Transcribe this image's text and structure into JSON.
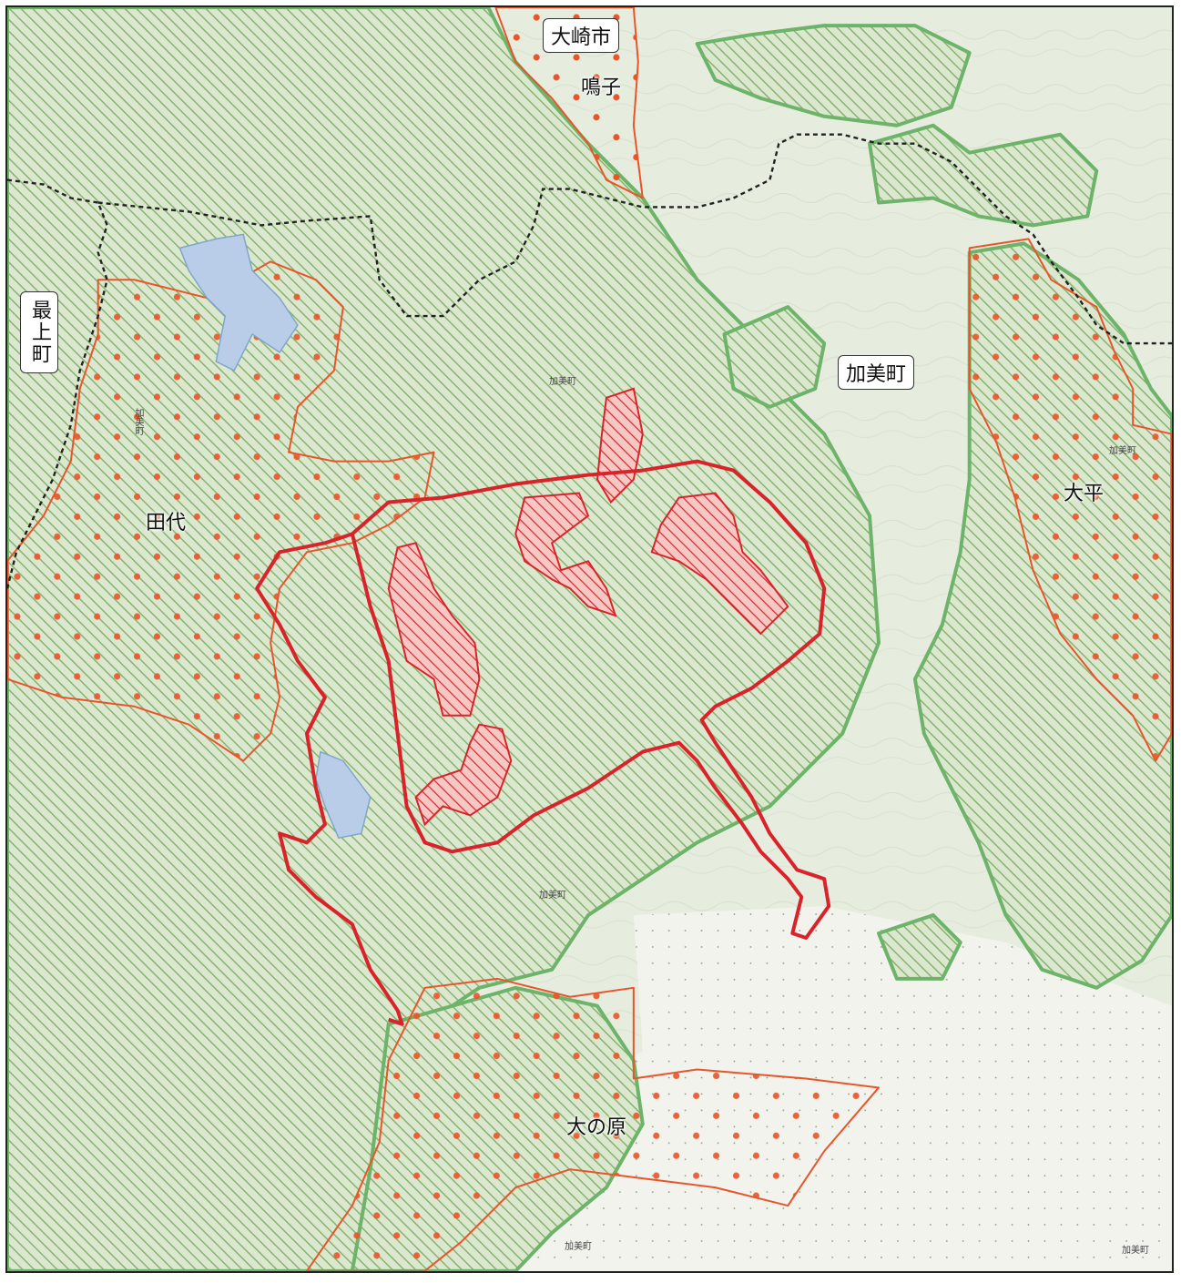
{
  "map": {
    "boxed_labels": {
      "osaki": "大崎市",
      "mogami": "最上町",
      "kami": "加美町"
    },
    "place_labels": {
      "naruko": "鳴子",
      "tashiro": "田代",
      "ohira": "大平",
      "onohara": "大の原"
    },
    "small_labels": {
      "kami_center": "加美町",
      "kami_south": "加美町",
      "kami_bottom": "加美町",
      "kami_bottom_right": "加美町",
      "kami_east": "加美町",
      "kami_vertical": "加美町"
    },
    "colors": {
      "forest_zone_green": "#6db36a",
      "hatch_green": "#7fb069",
      "dot_zone_orange": "#e8552a",
      "project_red": "#d9232a",
      "boundary_black": "#222222",
      "water_blue": "#b9cde8",
      "terrain_base": "#e6eee0"
    }
  }
}
